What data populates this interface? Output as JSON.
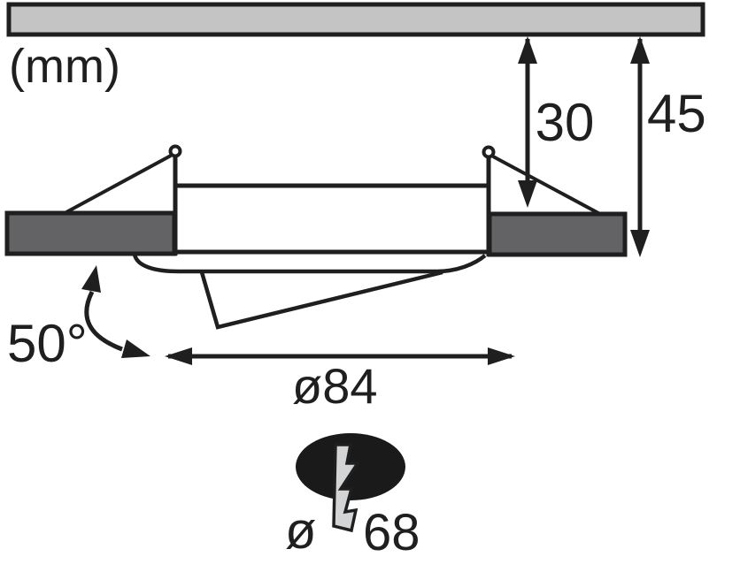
{
  "diagram": {
    "type": "technical-dimension-drawing",
    "subject": "recessed-downlight-cross-section-with-ceiling-cutout",
    "unit_label": "(mm)",
    "labels": {
      "recess_depth": "30",
      "overall_depth": "45",
      "tilt_angle": "50°",
      "outer_diameter": "ø84",
      "cutout_diameter_symbol": "ø",
      "cutout_diameter_value": "68"
    },
    "colors": {
      "line": "#1f1f1f",
      "ceiling_fill": "#c4c4c5",
      "trim_fill": "#636366",
      "bolt_fill": "#d3d4d6",
      "cutout_fill": "#1a1a1a",
      "background": "#ffffff"
    }
  }
}
